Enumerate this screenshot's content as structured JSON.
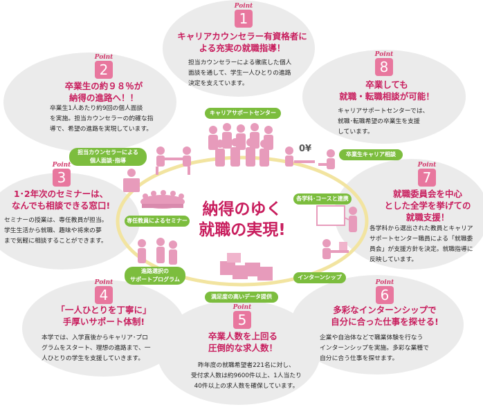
{
  "center": {
    "line1": "納得のゆく",
    "line2": "就職の実現!"
  },
  "point_word": "Point",
  "points": [
    {
      "num": "1",
      "title1": "キャリアカウンセラー有資格者に",
      "title2": "よる充実の就職指導！",
      "desc": [
        "担当カウンセラーによる徹底した個人",
        "面談を通して、学生一人ひとりの進路",
        "決定を支えています。"
      ]
    },
    {
      "num": "2",
      "title1": "卒業生の約９８％が",
      "title2": "納得の進路へ！！",
      "desc": [
        "卒業生1人あたり約9回の個人面談",
        "を実施。担当カウンセラーの的確な指",
        "導で、希望の進路を実現しています。"
      ]
    },
    {
      "num": "3",
      "title1": "1･2年次のセミナーは、",
      "title2": "なんでも相談できる窓口!",
      "desc": [
        "セミナーの授業は、専任教員が担当。",
        "学生生活から就職、趣味や将来の夢",
        "まで気軽に相談することができます。"
      ]
    },
    {
      "num": "4",
      "title1": "「一人ひとりを丁寧に」",
      "title2": "手厚いサポート体制!",
      "desc": [
        "本学では、入学直後からキャリア･プロ",
        "グラムをスタート、理想の進路まで、一",
        "人ひとりの学生を支援していきます。"
      ]
    },
    {
      "num": "5",
      "title1": "卒業人数を上回る",
      "title2": "圧倒的な求人数！",
      "desc": [
        "昨年度の就職希望者221名に対し、",
        "受付求人数は約9600件以上、1人当たり",
        "40件以上の求人数を確保しています。"
      ]
    },
    {
      "num": "6",
      "title1": "多彩なインターンシップで",
      "title2": "自分に合った仕事を探せる!",
      "desc": [
        "企業や自治体などで職業体験を行なう",
        "インターンシップを実施。多彩な業種で",
        "自分に合う仕事を探せます。"
      ]
    },
    {
      "num": "7",
      "title1": "就職委員会を中心",
      "title2": "とした全学を挙げての",
      "title3": "就職支援！",
      "desc": [
        "各学科から選出された教員とキャリア",
        "サポートセンター職員による「就職委",
        "員会」が支援方針を決定。就職指導に",
        "反映しています。"
      ]
    },
    {
      "num": "8",
      "title1": "卒業しても",
      "title2": "就職・転職相談が可能！",
      "desc": [
        "キャリアサポートセンターでは、",
        "就職･転職希望の卒業生を支援",
        "しています。"
      ]
    }
  ],
  "labels": {
    "career_center": "キャリアサポートセンター",
    "counselor_1": "担当カウンセラーによる",
    "counselor_2": "個人面談･指導",
    "alumni": "卒業生キャリア相談",
    "dept": "各学科･コースと連携",
    "seminar": "専任教員によるセミナー",
    "program_1": "進路選択の",
    "program_2": "サポートプログラム",
    "internship": "インターンシップ",
    "data": "満足度の高いデータ提供"
  },
  "money_sign": "0¥",
  "colors": {
    "pink": "#c81d5d",
    "badge": "#e8779e",
    "green": "#7cbd3e",
    "bubble": "#ebebeb",
    "figure": "#e79bbb"
  }
}
